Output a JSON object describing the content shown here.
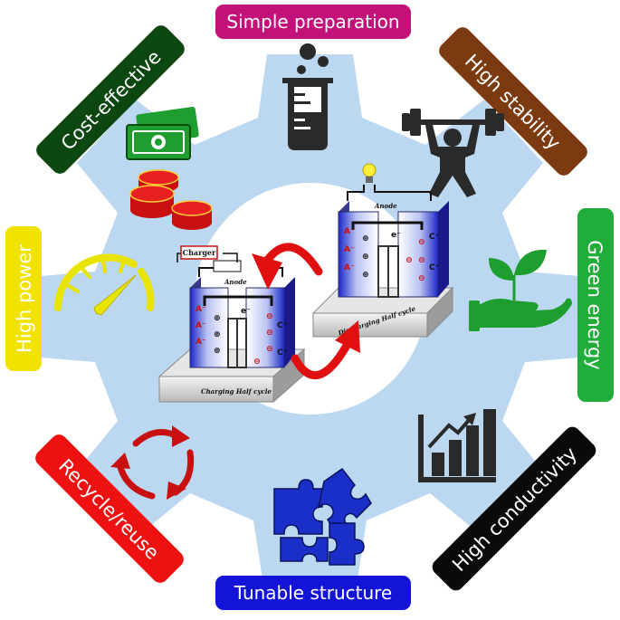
{
  "labels": {
    "simple_preparation": "Simple preparation",
    "high_stability": "High stability",
    "green_energy": "Green energy",
    "high_conductivity": "High conductivity",
    "tunable_structure": "Tunable structure",
    "recycle_reuse": "Recycle/reuse",
    "high_power": "High power",
    "cost_effective": "Cost-effective"
  },
  "cells": {
    "charger_label": "Charger",
    "anode_left": "Anode",
    "anode_right": "Anode",
    "electron_left": "e⁻",
    "electron_right": "e⁻",
    "charging_base": "Charging Half cycle",
    "discharging_base": "Discharging Half cycle"
  },
  "colors": {
    "gear": "#bcd7f0",
    "center": "#ffffff",
    "simple_preparation": "#c2127a",
    "high_stability": "#7b3a0f",
    "green_energy": "#21ad3a",
    "high_conductivity": "#0a0a0a",
    "tunable_structure": "#1414d8",
    "recycle_reuse": "#ee1111",
    "high_power": "#f2e200",
    "cost_effective": "#0c4611",
    "arrow": "#e01010",
    "icon_dark": "#2a2a2a",
    "icon_red": "#c81010",
    "icon_green": "#1e9e2e",
    "icon_yellow": "#e8e400",
    "icon_blue": "#1a2fc8"
  },
  "icons": [
    "beaker-icon",
    "weightlifter-icon",
    "plant-hand-icon",
    "growth-chart-icon",
    "puzzle-icon",
    "recycle-arrows-icon",
    "speedometer-icon",
    "money-coins-icon",
    "light-bulb-icon"
  ]
}
